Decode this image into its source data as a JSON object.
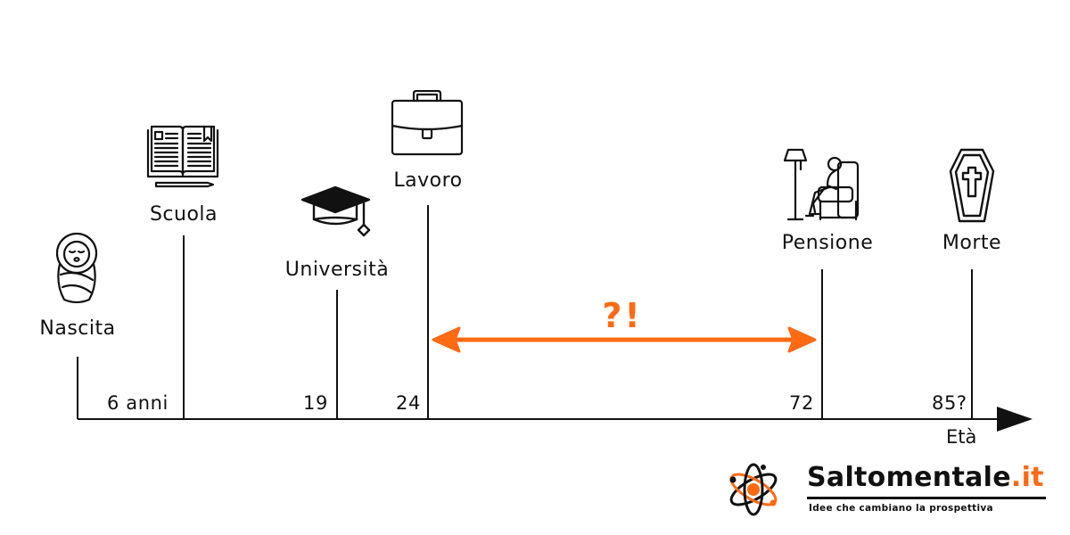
{
  "accent_color": "#ff6a13",
  "text_color": "#111111",
  "milestones": [
    {
      "label": "Nascita",
      "icon": "baby-icon"
    },
    {
      "label": "Scuola",
      "icon": "book-icon"
    },
    {
      "label": "Università",
      "icon": "graduation-cap-icon"
    },
    {
      "label": "Lavoro",
      "icon": "briefcase-icon"
    },
    {
      "label": "Pensione",
      "icon": "armchair-icon"
    },
    {
      "label": "Morte",
      "icon": "coffin-icon"
    }
  ],
  "ages": [
    "6 anni",
    "19",
    "24",
    "72",
    "85?"
  ],
  "axis_label": "Età",
  "gap_label": "?!",
  "brand": {
    "name": "Saltomentale",
    "tld": ".it",
    "tagline": "Idee che cambiano la prospettiva",
    "logo_icon": "atom-icon"
  }
}
